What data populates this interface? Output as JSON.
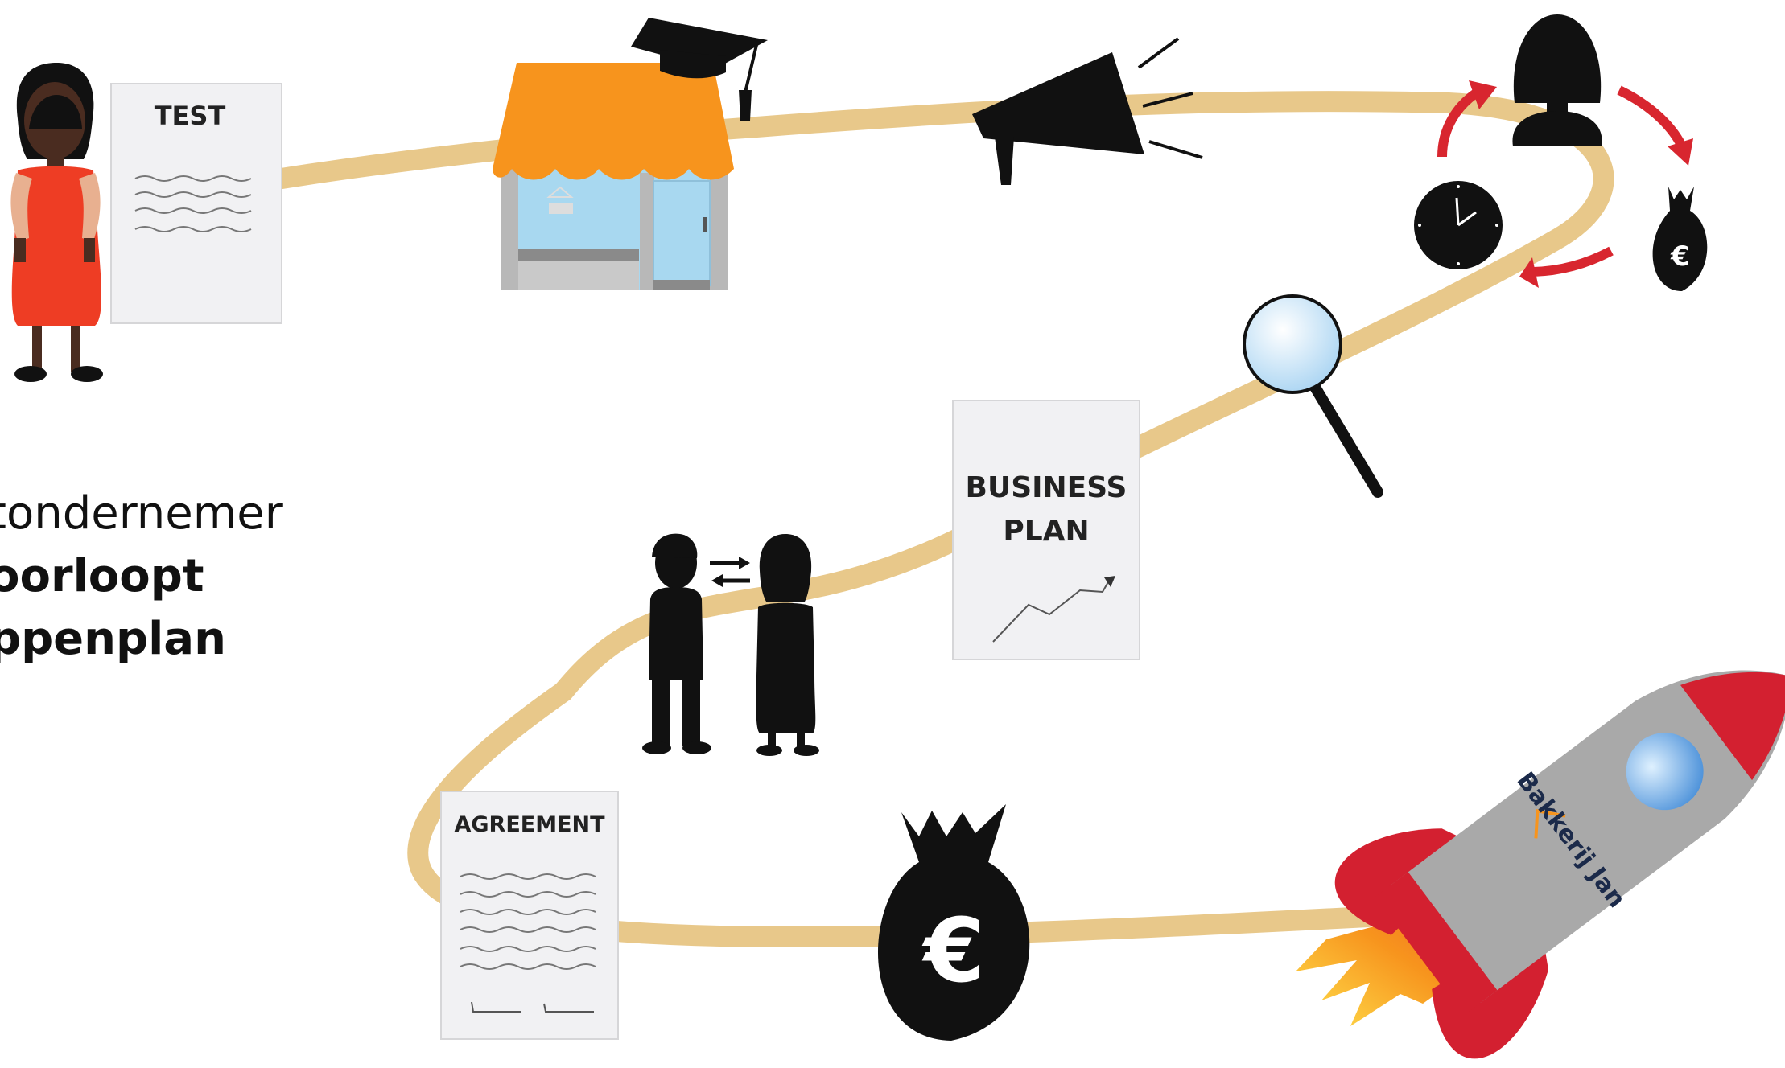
{
  "caption": {
    "line1": "tondernemer",
    "line2": "oorloopt",
    "line3": "ppenplan"
  },
  "documents": {
    "test": "TEST",
    "business_plan_line1": "BUSINESS",
    "business_plan_line2": "PLAN",
    "agreement": "AGREEMENT"
  },
  "rocket_brand": "Bakkerij Jan",
  "money_symbol": "€",
  "colors": {
    "path": "#e8c88a",
    "awning": "#f7941d",
    "arrow_red": "#d8262f",
    "rocket_red": "#d32030",
    "rocket_body": "#a9a9a9",
    "shop_glass": "#a8d8f0",
    "dress": "#ee3d24"
  }
}
